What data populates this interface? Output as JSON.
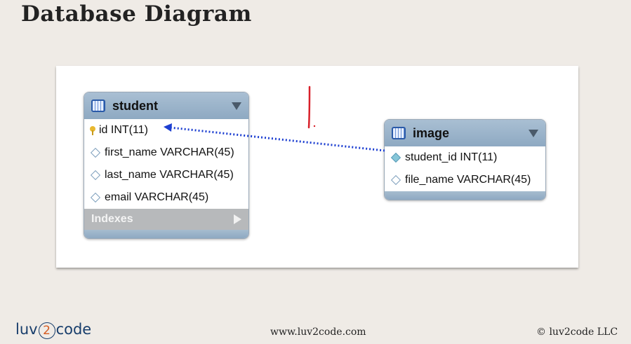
{
  "slide": {
    "title": "Database Diagram"
  },
  "tables": [
    {
      "name": "student",
      "columns": [
        {
          "label": "id INT(11)",
          "key": "primary"
        },
        {
          "label": "first_name VARCHAR(45)",
          "key": "none"
        },
        {
          "label": "last_name VARCHAR(45)",
          "key": "none"
        },
        {
          "label": "email VARCHAR(45)",
          "key": "none"
        }
      ],
      "indexes_label": "Indexes"
    },
    {
      "name": "image",
      "columns": [
        {
          "label": "student_id INT(11)",
          "key": "foreign"
        },
        {
          "label": "file_name VARCHAR(45)",
          "key": "none"
        }
      ]
    }
  ],
  "relationship": {
    "from": "image.student_id",
    "to": "student.id",
    "color": "#1d3fd1",
    "style": "dotted"
  },
  "annotation_color": "#d8202a",
  "footer": {
    "logo_pre": "luv",
    "logo_mid": "2",
    "logo_post": "code",
    "url": "www.luv2code.com",
    "copyright": "© luv2code LLC"
  },
  "colors": {
    "background": "#efebe6",
    "header_blue": "#8ea9c2",
    "indexes_gray": "#b7b9bb"
  }
}
